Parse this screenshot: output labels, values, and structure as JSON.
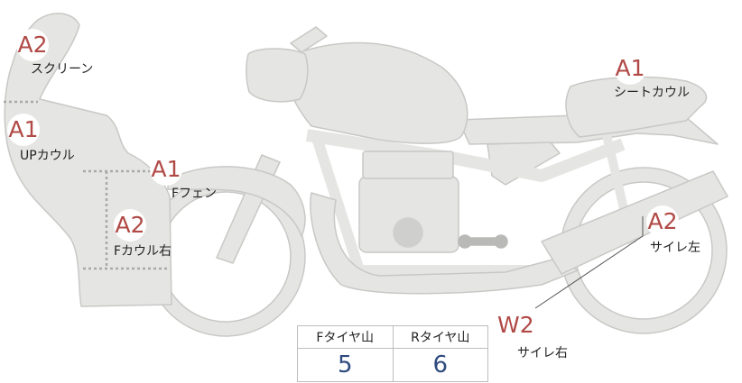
{
  "colors": {
    "bike_fill": "#e5e5e3",
    "bike_stroke": "#c8c8c6",
    "grade_text": "#b04a46",
    "value_text": "#2e4a7e"
  },
  "callouts": {
    "screen": {
      "grade": "A2",
      "part": "スクリーン"
    },
    "up_cowl": {
      "grade": "A1",
      "part": "UPカウル"
    },
    "f_fender": {
      "grade": "A1",
      "part": "Fフェン"
    },
    "f_cowl_right": {
      "grade": "A2",
      "part": "Fカウル右"
    },
    "seat_cowl": {
      "grade": "A1",
      "part": "シートカウル"
    },
    "side_cover_left": {
      "grade": "A2",
      "part": "サイレ左"
    },
    "side_cover_right": {
      "grade": "W2",
      "part": "サイレ右"
    }
  },
  "tread": {
    "front_label": "Fタイヤ山",
    "rear_label": "Rタイヤ山",
    "front_value": "5",
    "rear_value": "6"
  }
}
